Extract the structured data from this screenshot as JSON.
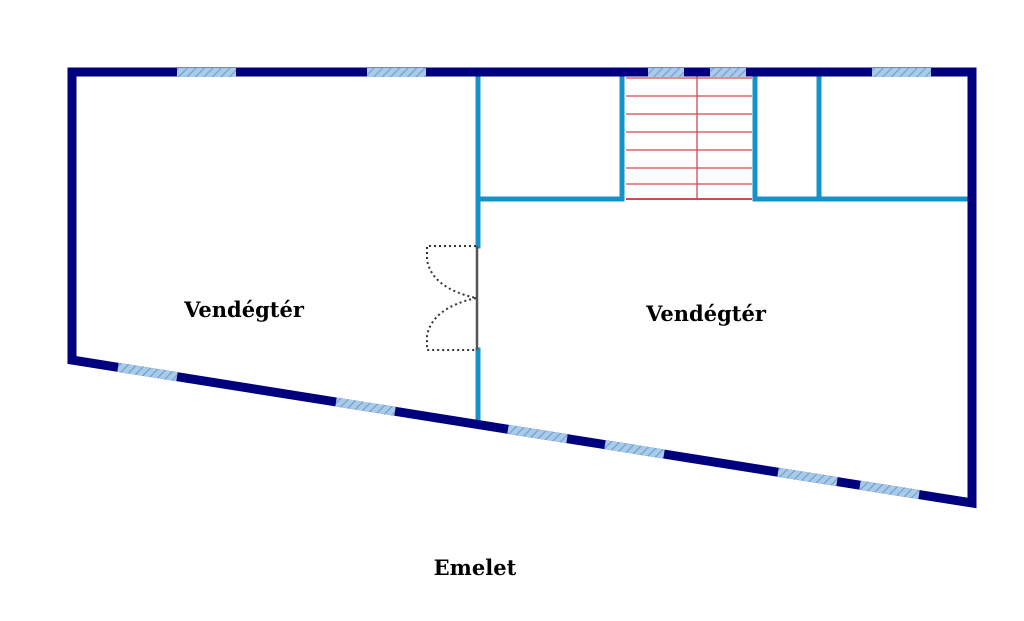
{
  "floor_name": "Emelet",
  "rooms": [
    {
      "id": "left",
      "label": "Vendégtér"
    },
    {
      "id": "right",
      "label": "Vendégtér"
    }
  ],
  "colors": {
    "outer_wall": "#00007f",
    "inner_wall": "#1592c8",
    "window_fill": "#a9cbe8",
    "window_hatch": "#6fa3d3",
    "stairs": "#cc4c4c",
    "door": "#333333",
    "background": "#ffffff"
  },
  "icons": {
    "stairs": "stairs-icon",
    "door": "double-swing-door-icon",
    "window": "window-icon"
  }
}
